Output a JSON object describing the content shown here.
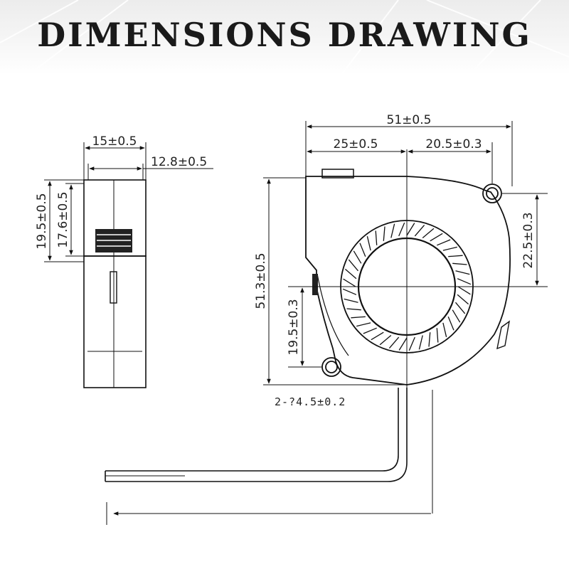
{
  "title": "DIMENSIONS DRAWING",
  "colors": {
    "line": "#111111",
    "text": "#222222",
    "header_bg": "#ececec"
  },
  "dimensions": {
    "overall_width": "51±0.5",
    "left_to_center": "25±0.5",
    "center_to_hole": "20.5±0.3",
    "side_width": "15±0.5",
    "side_inner_width": "12.8±0.5",
    "side_height": "19.5±0.5",
    "side_inner_height": "17.6±0.5",
    "overall_height": "51.3±0.5",
    "hole_to_center_right": "22.5±0.3",
    "hole_to_center_left": "19.5±0.3",
    "mounting_holes": "2-?4.5±0.2"
  }
}
